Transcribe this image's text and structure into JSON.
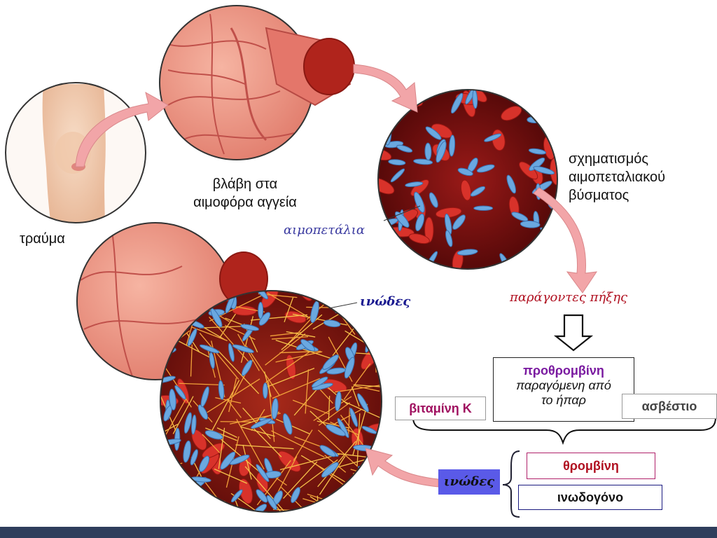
{
  "labels": {
    "trauma": "τραύμα",
    "vessel_damage_line1": "βλάβη στα",
    "vessel_damage_line2": "αιμοφόρα αγγεία",
    "platelets": "αιμοπετάλια",
    "plug_line1": "σχηματισμός",
    "plug_line2": "αιμοπεταλιακού",
    "plug_line3": "βύσματος",
    "fibrin_top": "ινώδες",
    "clotting_factors": "παράγοντες πήξης"
  },
  "boxes": {
    "prothrombin_title": "προθρομβίνη",
    "prothrombin_line2": "παραγόμενη από",
    "prothrombin_line3": "το ήπαρ",
    "vitamin_k": "βιταμίνη Κ",
    "calcium": "ασβέστιο",
    "thrombin": "θρομβίνη",
    "fibrinogen": "ινωδογόνο",
    "fibrin_bottom": "ινώδες"
  },
  "colors": {
    "arrow_pink": "#f2a5a8",
    "blood_dark": "#7a1010",
    "platelet_blue": "#6aa8e0",
    "fibrin_orange": "#f2a23a",
    "title_purple": "#7a1aa0",
    "factor_red": "#b01020",
    "fibrin_box_bg": "#5a5ae8",
    "bottom_bar": "#2f3e5c"
  }
}
